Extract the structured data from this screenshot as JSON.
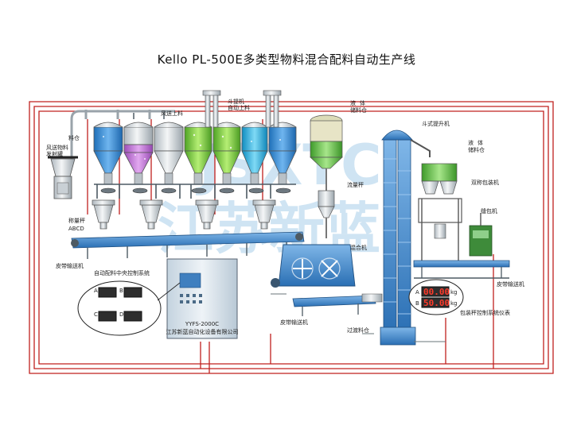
{
  "title": "Kello PL-500E多类型物料混合配料自动生产线",
  "watermark": {
    "latin": "JSXTC",
    "chinese": "江苏新蓝"
  },
  "labels": {
    "hopper_silo": "料仓",
    "pneumatic_tank": [
      "风送物料",
      "发射罐"
    ],
    "pneumatic_feed": "风送上料",
    "bucket_elevator_feed": [
      "斗提机",
      "自动上料"
    ],
    "liquid_silo_1": [
      "液",
      "体",
      "储料仓"
    ],
    "weigh_scale": [
      "称量秤",
      "ABCD"
    ],
    "belt_conveyor_left": "皮带输送机",
    "central_control": "自动配料中央控制系统",
    "flow_scale": "流量秤",
    "mixer": "混合机",
    "belt_conveyor_bottom": "皮带输送机",
    "transition_silo": "过渡料仓",
    "bucket_elevator": "斗式提升机",
    "liquid_silo_2": [
      "液",
      "体",
      "储料仓"
    ],
    "double_bagger": "双称包装机",
    "bag_sewer": "缝包机",
    "belt_conveyor_right": "皮带输送机",
    "bagging_control": "包装秤控制系统仪表"
  },
  "control_panel": {
    "displays": [
      {
        "letter": "A"
      },
      {
        "letter": "B"
      },
      {
        "letter": "C"
      },
      {
        "letter": "D"
      }
    ],
    "nameplate": "YYFS-2000C",
    "maker": "江苏新蓝自动化设备有限公司"
  },
  "bagging_panel": {
    "displays": [
      {
        "letter": "A",
        "value": "00.00",
        "unit": "kg"
      },
      {
        "letter": "B",
        "value": "50.00",
        "unit": "kg"
      }
    ]
  },
  "colors": {
    "wire": "#c0201e",
    "silo_body": "#e6ebee",
    "silo_blue": "#3b90d6",
    "silo_purple": "#c37ad6",
    "silo_green": "#7bc843",
    "silo_cyan": "#27b4e0",
    "belt": "#4a8fd0",
    "cabinet": "#dce7f0",
    "liquid": "#6bc24a"
  }
}
